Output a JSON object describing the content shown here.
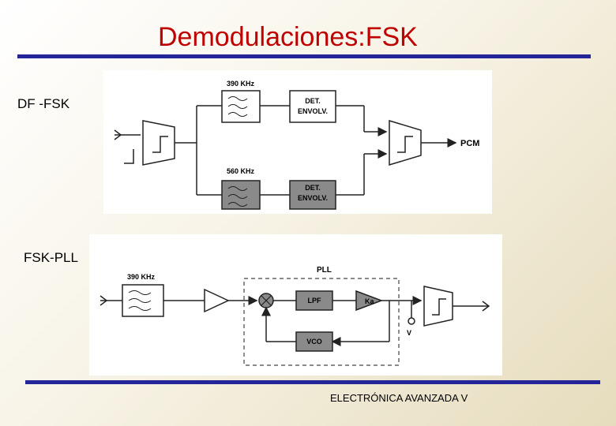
{
  "title": "Demodulaciones:FSK",
  "sections": {
    "dffsk_label": "DF -FSK",
    "fskpll_label": "FSK-PLL"
  },
  "diagram1": {
    "freq_top": "390 KHz",
    "freq_bottom": "560 KHz",
    "det_top_line1": "DET.",
    "det_top_line2": "ENVOLV.",
    "det_bottom_line1": "DET.",
    "det_bottom_line2": "ENVOLV.",
    "output": "PCM"
  },
  "diagram2": {
    "freq": "390 KHz",
    "pll": "PLL",
    "lpf": "LPF",
    "ka": "Ka",
    "vco": "VCO",
    "v": "V"
  },
  "footer": "ELECTRÓNICA AVANZADA V",
  "colors": {
    "title": "#c00000",
    "rule": "#25259a",
    "shaded_block": "#8a8a8a"
  }
}
